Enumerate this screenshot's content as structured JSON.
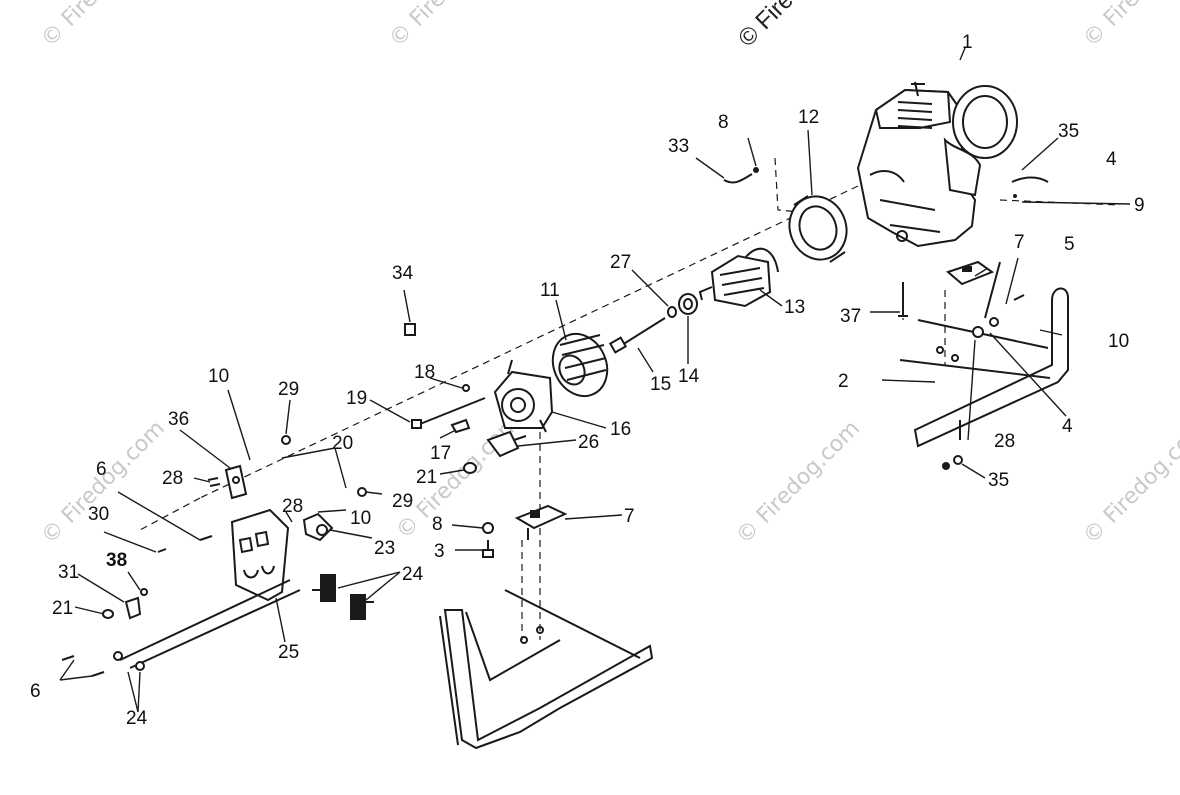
{
  "watermarks": {
    "main": "© Firedog.com",
    "tile": "© Firedog.com"
  },
  "callouts": [
    {
      "id": "c1",
      "text": "1"
    },
    {
      "id": "c2",
      "text": "2"
    },
    {
      "id": "c3",
      "text": "3"
    },
    {
      "id": "c4a",
      "text": "4"
    },
    {
      "id": "c4b",
      "text": "4"
    },
    {
      "id": "c5",
      "text": "5"
    },
    {
      "id": "c6a",
      "text": "6"
    },
    {
      "id": "c6b",
      "text": "6"
    },
    {
      "id": "c7a",
      "text": "7"
    },
    {
      "id": "c7b",
      "text": "7"
    },
    {
      "id": "c8a",
      "text": "8"
    },
    {
      "id": "c8b",
      "text": "8"
    },
    {
      "id": "c9",
      "text": "9"
    },
    {
      "id": "c10a",
      "text": "10"
    },
    {
      "id": "c10b",
      "text": "10"
    },
    {
      "id": "c10c",
      "text": "10"
    },
    {
      "id": "c11",
      "text": "11"
    },
    {
      "id": "c12",
      "text": "12"
    },
    {
      "id": "c13",
      "text": "13"
    },
    {
      "id": "c14",
      "text": "14"
    },
    {
      "id": "c15",
      "text": "15"
    },
    {
      "id": "c16",
      "text": "16"
    },
    {
      "id": "c17",
      "text": "17"
    },
    {
      "id": "c18",
      "text": "18"
    },
    {
      "id": "c19",
      "text": "19"
    },
    {
      "id": "c20",
      "text": "20"
    },
    {
      "id": "c21a",
      "text": "21"
    },
    {
      "id": "c21b",
      "text": "21"
    },
    {
      "id": "c23",
      "text": "23"
    },
    {
      "id": "c24a",
      "text": "24"
    },
    {
      "id": "c24b",
      "text": "24"
    },
    {
      "id": "c25",
      "text": "25"
    },
    {
      "id": "c26",
      "text": "26"
    },
    {
      "id": "c27",
      "text": "27"
    },
    {
      "id": "c28a",
      "text": "28"
    },
    {
      "id": "c28b",
      "text": "28"
    },
    {
      "id": "c28c",
      "text": "28"
    },
    {
      "id": "c29a",
      "text": "29"
    },
    {
      "id": "c29b",
      "text": "29"
    },
    {
      "id": "c30",
      "text": "30"
    },
    {
      "id": "c31",
      "text": "31"
    },
    {
      "id": "c33",
      "text": "33"
    },
    {
      "id": "c34",
      "text": "34"
    },
    {
      "id": "c35a",
      "text": "35"
    },
    {
      "id": "c35b",
      "text": "35"
    },
    {
      "id": "c36",
      "text": "36"
    },
    {
      "id": "c37",
      "text": "37"
    },
    {
      "id": "c38",
      "text": "38"
    }
  ]
}
